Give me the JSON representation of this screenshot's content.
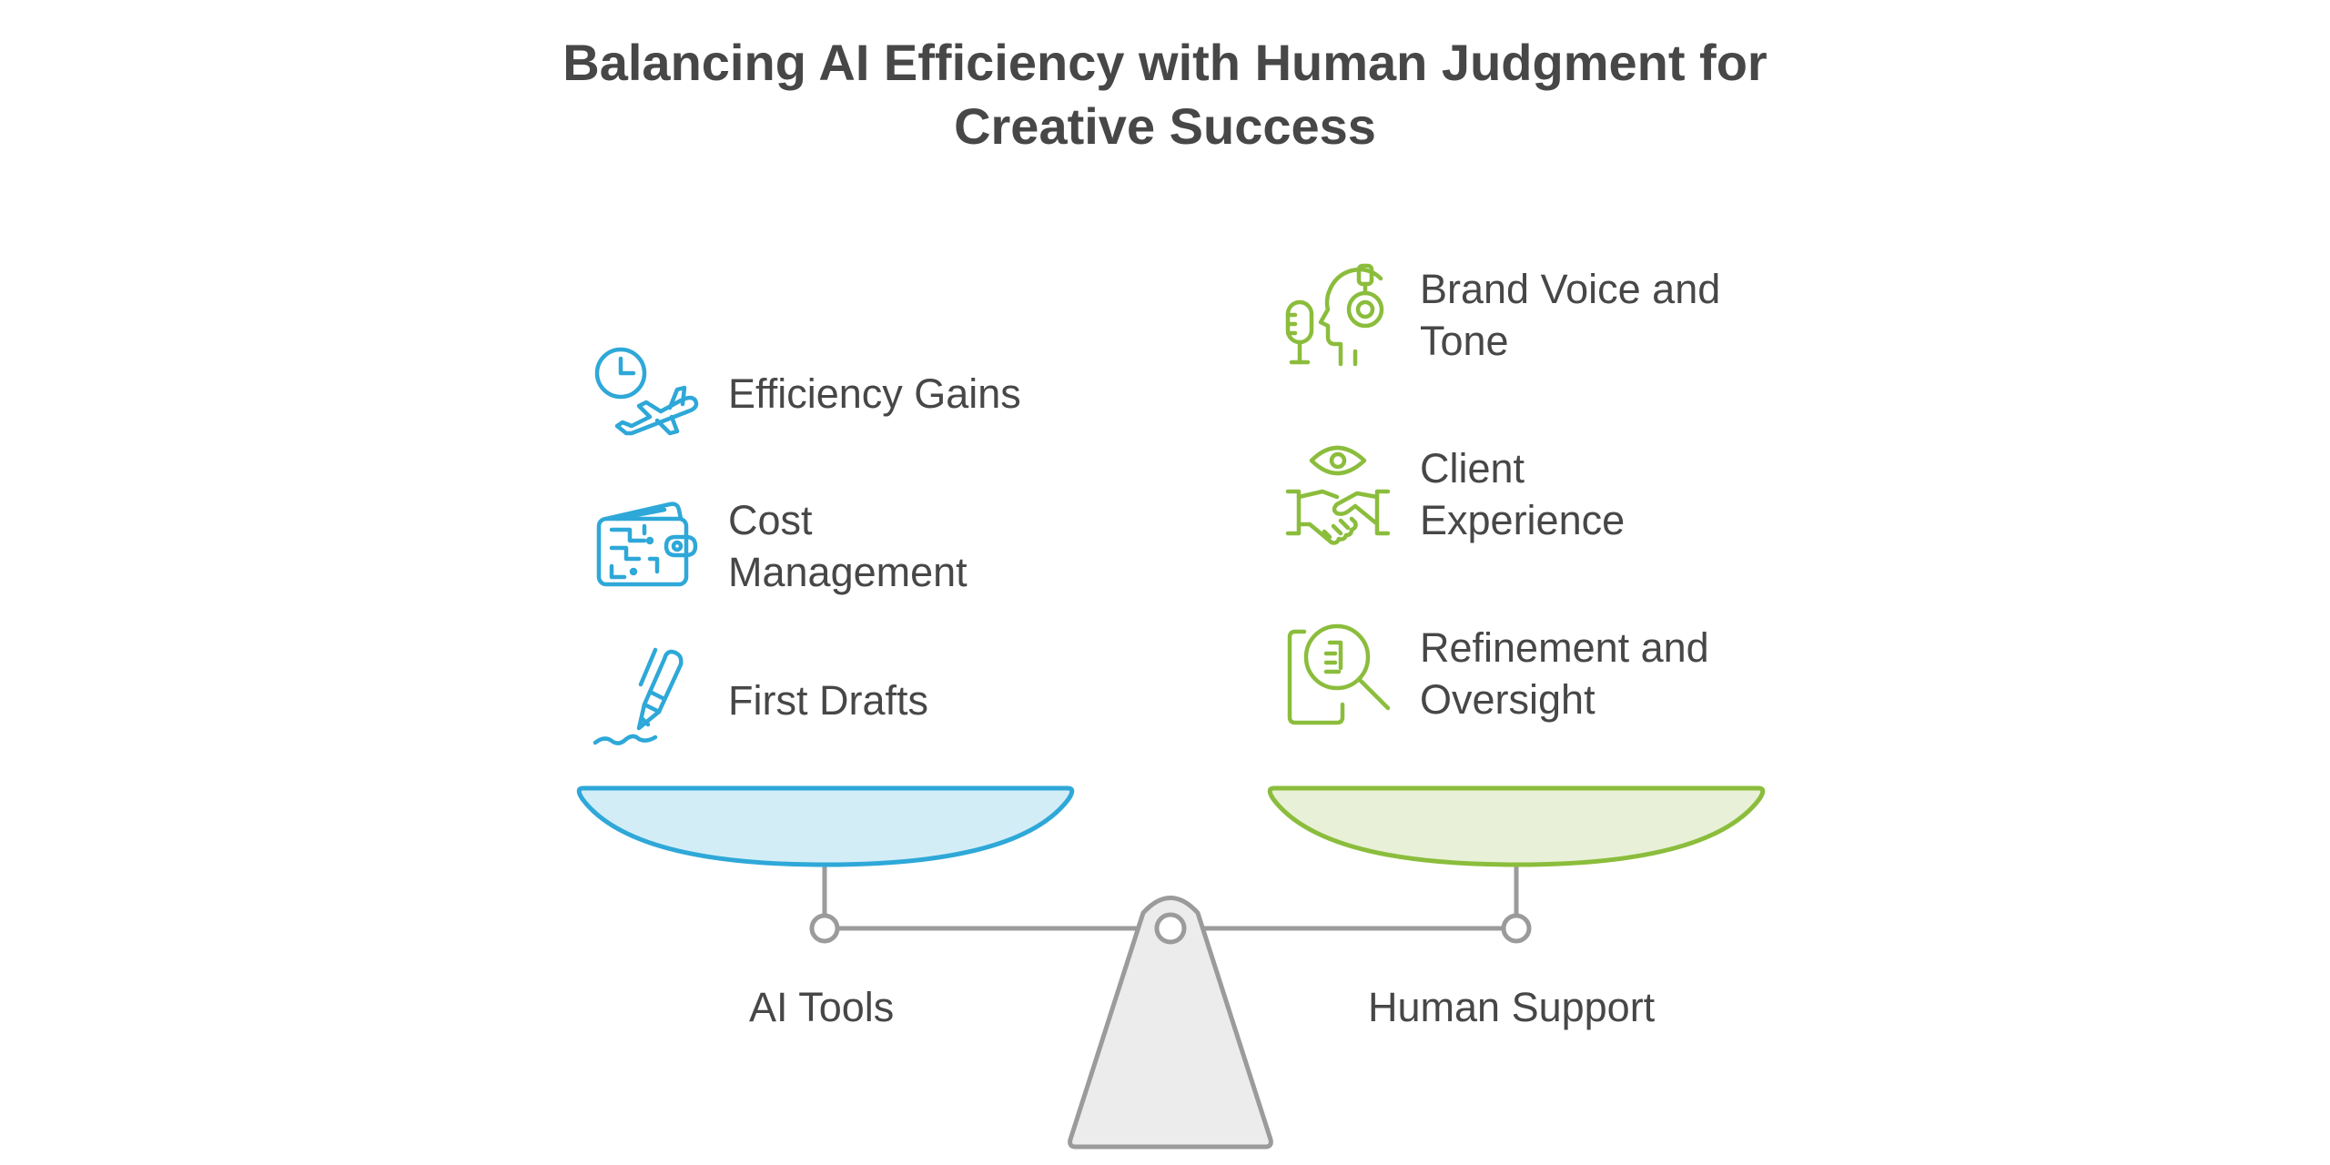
{
  "title": {
    "line1": "Balancing AI Efficiency with Human Judgment for",
    "line2": "Creative Success"
  },
  "left": {
    "pan_label": "AI Tools",
    "color": "#2ea8d8",
    "fill": "#d3edf7",
    "items": [
      {
        "icon": "clock-airplane-icon",
        "lines": [
          "Efficiency Gains"
        ]
      },
      {
        "icon": "wallet-circuit-icon",
        "lines": [
          "Cost",
          "Management"
        ]
      },
      {
        "icon": "pen-signature-icon",
        "lines": [
          "First Drafts"
        ]
      }
    ]
  },
  "right": {
    "pan_label": "Human Support",
    "color": "#8bbd3c",
    "fill": "#e8f1d7",
    "items": [
      {
        "icon": "head-microphone-icon",
        "lines": [
          "Brand Voice and",
          "Tone"
        ]
      },
      {
        "icon": "eye-handshake-icon",
        "lines": [
          "Client",
          "Experience"
        ]
      },
      {
        "icon": "document-magnifier-icon",
        "lines": [
          "Refinement and",
          "Oversight"
        ]
      }
    ]
  },
  "colors": {
    "title": "#474747",
    "text": "#474747",
    "beam": "#9b9b9b",
    "fulcrum_fill": "#ececec"
  }
}
